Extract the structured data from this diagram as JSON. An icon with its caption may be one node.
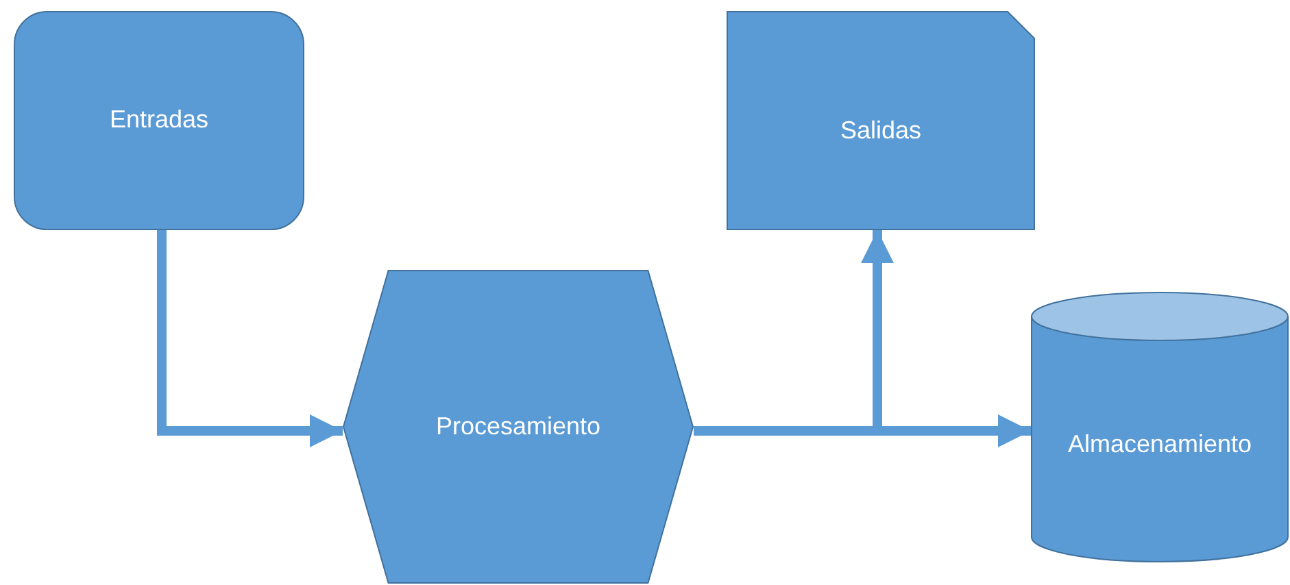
{
  "diagram": {
    "nodes": [
      {
        "text": [
          "Entradas"
        ]
      },
      {
        "text": [
          "Salidas"
        ]
      },
      {
        "text": [
          "Procesamiento"
        ]
      },
      {
        "text": [
          "Almacenamiento"
        ]
      }
    ],
    "edges": [
      {
        "from": 0,
        "to": 2,
        "arrow": "to"
      },
      {
        "from": 2,
        "to": 3,
        "arrow": "to"
      },
      {
        "from": 2,
        "to": 1,
        "arrow": "to"
      }
    ]
  }
}
